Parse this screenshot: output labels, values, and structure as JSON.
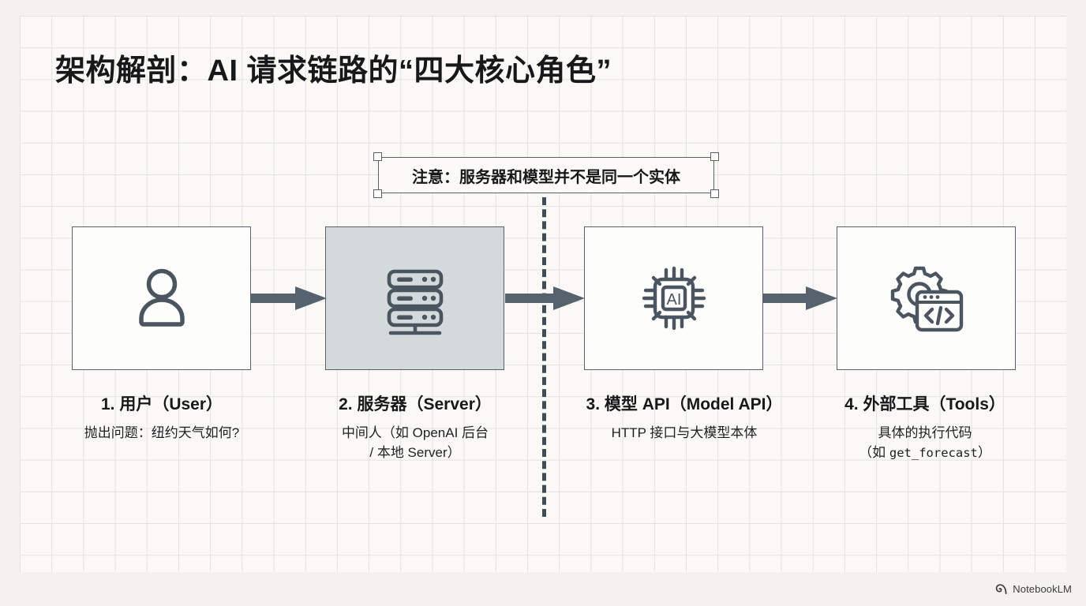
{
  "slide": {
    "title": "架构解剖：AI 请求链路的“四大核心角色”",
    "note": {
      "text": "注意：服务器和模型并不是同一个实体",
      "selected": true
    },
    "colors": {
      "page_background": "#f4f2ee",
      "grid_background": "#faf9f6",
      "grid_line": "#e3e2dd",
      "outline": "#59616b",
      "icon": "#4a5560",
      "arrow": "#56636e",
      "shaded_card": "#d4d9db",
      "text": "#17181a"
    },
    "steps": [
      {
        "index": "1",
        "icon": "user-icon",
        "card_fill": "white",
        "title": "1. 用户（User）",
        "desc_lines": [
          "抛出问题：纽约天气如何?"
        ]
      },
      {
        "index": "2",
        "icon": "server-icon",
        "card_fill": "gray",
        "title": "2. 服务器（Server）",
        "desc_lines": [
          "中间人（如 OpenAI 后台",
          "/ 本地 Server）"
        ]
      },
      {
        "index": "3",
        "icon": "ai-chip-icon",
        "card_fill": "white",
        "title": "3. 模型 API（Model API）",
        "desc_lines": [
          "HTTP 接口与大模型本体"
        ]
      },
      {
        "index": "4",
        "icon": "gear-code-icon",
        "card_fill": "white",
        "title": "4. 外部工具（Tools）",
        "desc_lines": [
          "具体的执行代码"
        ],
        "desc_mono_prefix": "（如 ",
        "desc_mono": "get_forecast",
        "desc_mono_suffix": "）"
      }
    ],
    "chip_label": "AI",
    "code_glyph": "</>",
    "arrows": [
      "arrow-right-icon",
      "arrow-right-icon",
      "arrow-right-icon"
    ],
    "divider": "dashed-separator",
    "watermark": {
      "label": "NotebookLM",
      "icon": "notebooklm-logo-icon"
    }
  }
}
